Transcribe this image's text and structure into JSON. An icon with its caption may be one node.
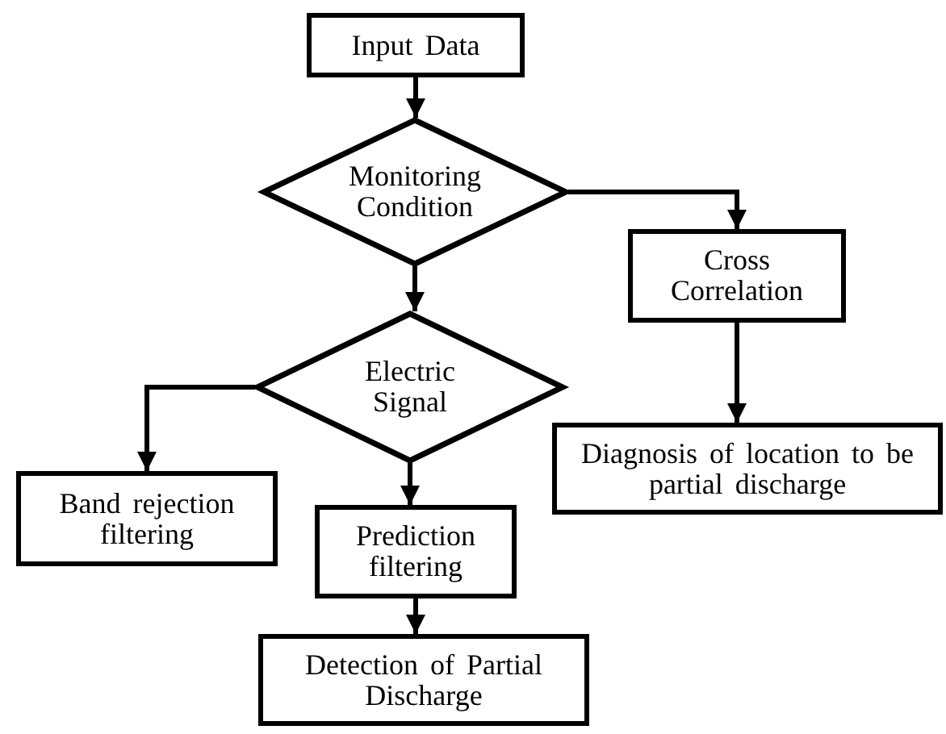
{
  "diagram": {
    "nodes": [
      {
        "text": [
          "Input Data"
        ]
      },
      {
        "text": [
          "Monitoring Condition"
        ]
      },
      {
        "text": [
          "Cross Correlation"
        ]
      },
      {
        "text": [
          "Electric Signal"
        ]
      },
      {
        "text": [
          "Diagnosis of location to be partial discharge"
        ]
      },
      {
        "text": [
          "Band rejection filtering"
        ]
      },
      {
        "text": [
          "Prediction filtering"
        ]
      },
      {
        "text": [
          "Detection of Partial Discharge"
        ]
      }
    ],
    "edges": [
      {
        "from": 0,
        "to": 1,
        "arrow": "to"
      },
      {
        "from": 1,
        "to": 2,
        "arrow": "to"
      },
      {
        "from": 1,
        "to": 3,
        "arrow": "to"
      },
      {
        "from": 2,
        "to": 4,
        "arrow": "to"
      },
      {
        "from": 3,
        "to": 5,
        "arrow": "to"
      },
      {
        "from": 3,
        "to": 6,
        "arrow": "to"
      },
      {
        "from": 6,
        "to": 7,
        "arrow": "to"
      }
    ]
  }
}
